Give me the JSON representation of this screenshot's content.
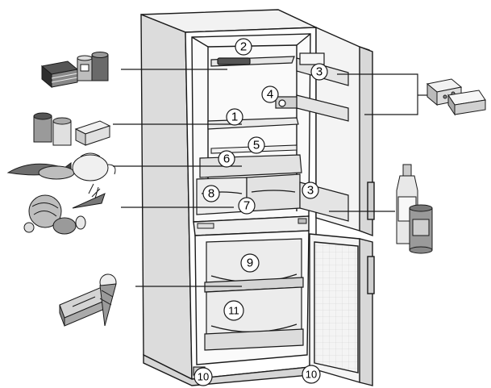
{
  "callouts": {
    "c1": "1",
    "c2": "2",
    "c3a": "3",
    "c3b": "3",
    "c4": "4",
    "c5": "5",
    "c6": "6",
    "c7": "7",
    "c8": "8",
    "c9": "9",
    "c10a": "10",
    "c10b": "10",
    "c11": "11"
  },
  "food_icons": [
    "cake-and-cans-icon",
    "jars-and-butter-icon",
    "fish-and-teapot-icon",
    "vegetables-icon",
    "cheese-and-butter-icon",
    "bottle-and-can-icon",
    "ice-cream-icon"
  ],
  "colors": {
    "line": "#1a1a1a",
    "shade_light": "#e6e6e6",
    "shade_mid": "#c8c8c8",
    "shade_dark": "#9a9a9a",
    "food_dark": "#3a3a3a"
  }
}
